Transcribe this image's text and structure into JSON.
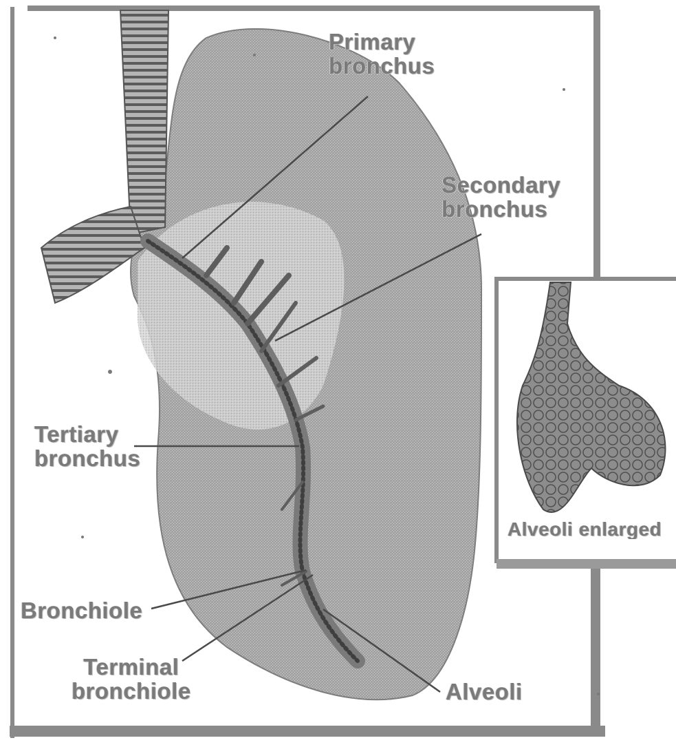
{
  "diagram": {
    "labels": {
      "primary_bronchus": [
        "Primary",
        "bronchus"
      ],
      "secondary_bronchus": [
        "Secondary",
        "bronchus"
      ],
      "tertiary_bronchus": [
        "Tertiary",
        "bronchus"
      ],
      "bronchiole": "Bronchiole",
      "terminal_bronchiole": [
        "Terminal",
        "bronchiole"
      ],
      "alveoli": "Alveoli",
      "alveoli_enlarged": "Alveoli enlarged"
    }
  },
  "colors": {
    "frame": "#8a8a8a",
    "lung": "#9c9c9c",
    "lung_light": "#c4c4c4",
    "airway": "#6e6e6e",
    "label": "#7a7a7a"
  }
}
